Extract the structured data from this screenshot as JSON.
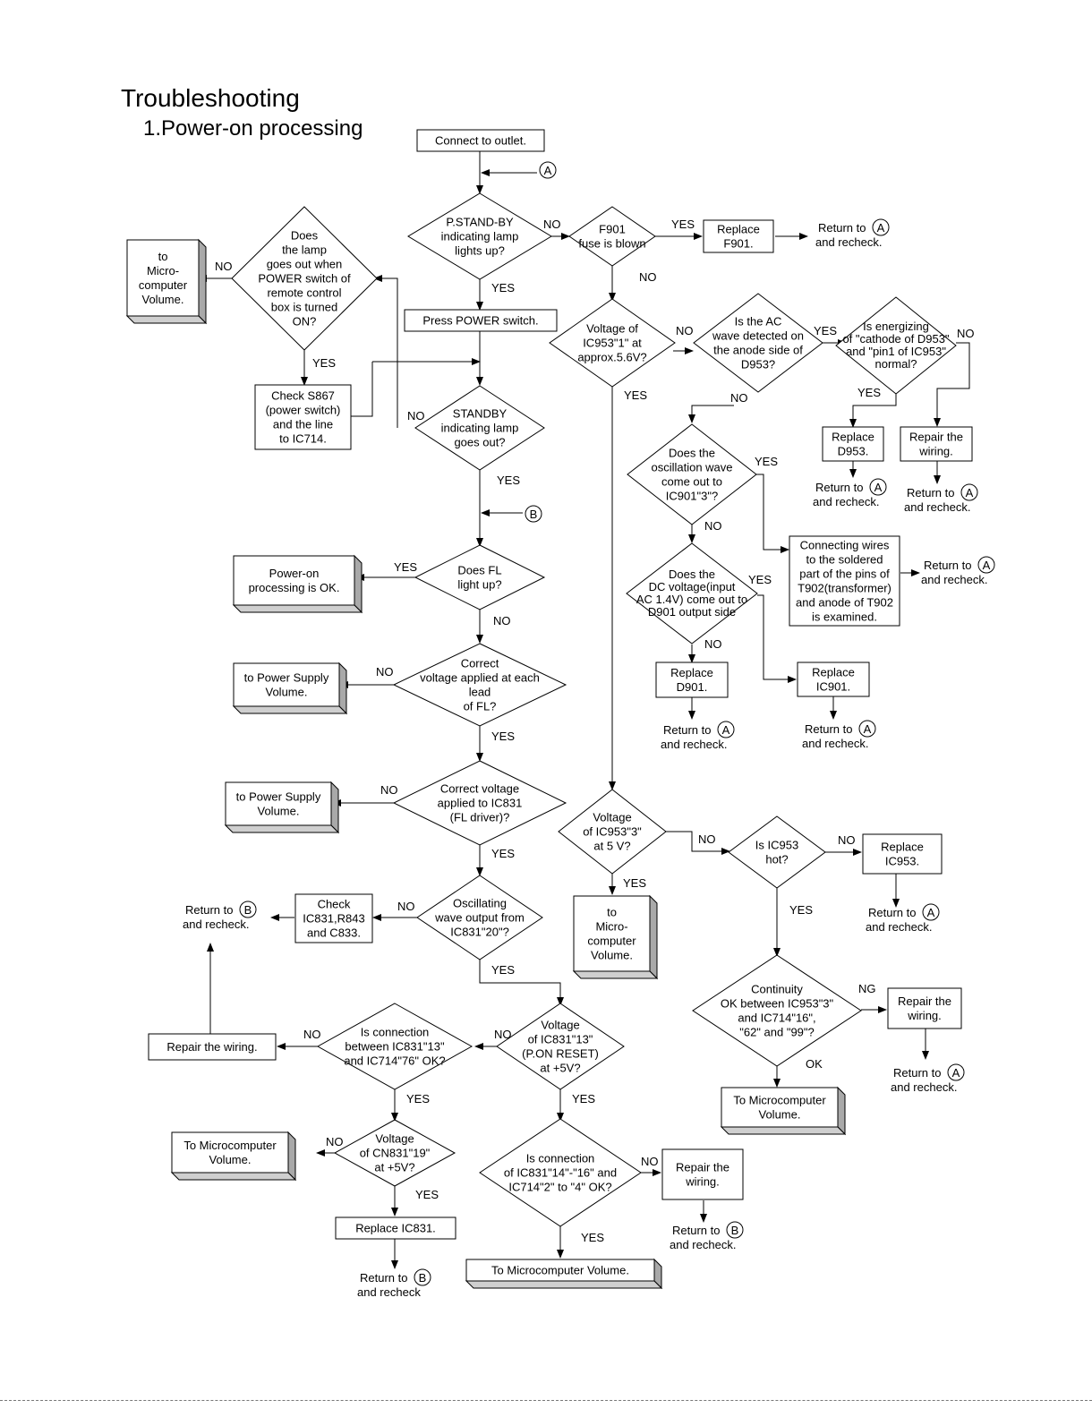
{
  "header": {
    "title": "Troubleshooting",
    "subtitle": "1.Power-on processing"
  },
  "nodes": {
    "n_connect": "Connect to outlet.",
    "d_pstandby": [
      "P.STAND-BY",
      "indicating lamp",
      "lights up?"
    ],
    "d_f901": [
      "F901",
      "fuse is blown"
    ],
    "b_replace_f901": [
      "Replace",
      "F901."
    ],
    "d_lamp_out": [
      "Does",
      "the lamp",
      "goes out when",
      "POWER switch of",
      "remote control",
      "box is turned",
      "ON?"
    ],
    "s_micro1": [
      "to",
      "Micro-",
      "computer",
      "Volume."
    ],
    "b_press_power": "Press POWER switch.",
    "b_check_s867": [
      "Check S867",
      "(power switch)",
      "and the line",
      "to IC714."
    ],
    "d_standby_out": [
      "STANDBY",
      "indicating lamp",
      "goes out?"
    ],
    "d_ic953_1": [
      "Voltage of",
      "IC953\"1\" at",
      "approx.5.6V?"
    ],
    "d_ac_wave": [
      "Is the AC",
      "wave detected on",
      "the anode side of",
      "D953?"
    ],
    "d_energizing": [
      "Is energizing",
      "of \"cathode of D953\"",
      "and \"pin1 of IC953\"",
      "normal?"
    ],
    "b_replace_d953": [
      "Replace",
      "D953."
    ],
    "b_repair_wiring_1": [
      "Repair the",
      "wiring."
    ],
    "d_osc_wave": [
      "Does the",
      "oscillation wave",
      "come out to",
      "IC901\"3\"?"
    ],
    "d_dc_voltage": [
      "Does the",
      "DC voltage(input",
      "AC 1.4V) come out to",
      "D901 output side"
    ],
    "b_connecting_wires": [
      "Connecting wires",
      "to the soldered",
      "part of the pins of",
      "T902(transformer)",
      "and anode of T902",
      "is examined."
    ],
    "b_replace_d901": [
      "Replace",
      "D901."
    ],
    "b_replace_ic901": [
      "Replace",
      "IC901."
    ],
    "d_fl_light": [
      "Does FL",
      "light up?"
    ],
    "s_power_ok": [
      "Power-on",
      "processing is OK."
    ],
    "d_fl_voltage": [
      "Correct",
      "voltage applied at each",
      "lead",
      "of FL?"
    ],
    "s_power_supply_1": [
      "to Power Supply",
      "Volume."
    ],
    "d_ic831_voltage": [
      "Correct voltage",
      "applied to IC831",
      "(FL driver)?"
    ],
    "s_power_supply_2": [
      "to Power Supply",
      "Volume."
    ],
    "d_ic953_3": [
      "Voltage",
      "of IC953\"3\"",
      "at 5 V?"
    ],
    "d_ic953_hot": [
      "Is IC953",
      "hot?"
    ],
    "b_replace_ic953": [
      "Replace",
      "IC953."
    ],
    "s_micro2": [
      "to",
      "Micro-",
      "computer",
      "Volume."
    ],
    "d_osc_ic831": [
      "Oscillating",
      "wave output from",
      "IC831\"20\"?"
    ],
    "b_check_ic831": [
      "Check",
      "IC831,R843",
      "and C833."
    ],
    "d_continuity": [
      "Continuity",
      "OK between IC953\"3\"",
      "and IC714\"16\",",
      "\"62\" and \"99\"?"
    ],
    "b_repair_wiring_2": [
      "Repair the",
      "wiring."
    ],
    "s_micro3": [
      "To Microcomputer",
      "Volume."
    ],
    "d_ic831_13": [
      "Voltage",
      "of IC831\"13\"",
      "(P.ON RESET)",
      "at +5V?"
    ],
    "d_conn_ic831_13": [
      "Is connection",
      "between IC831\"13\"",
      "and IC714\"76\" OK?"
    ],
    "b_repair_wiring_3": "Repair the wiring.",
    "d_cn831": [
      "Voltage",
      "of CN831\"19\"",
      "at +5V?"
    ],
    "s_micro4": [
      "To Microcomputer",
      "Volume."
    ],
    "b_replace_ic831": "Replace IC831.",
    "d_conn_ic831_14": [
      "Is connection",
      "of IC831\"14\"-\"16\" and",
      "IC714\"2\" to \"4\" OK?"
    ],
    "b_repair_wiring_4": [
      "Repair the",
      "wiring."
    ],
    "s_micro5": "To Microcomputer Volume."
  },
  "returns": {
    "ret_f901": [
      "Return to",
      "A",
      "and recheck."
    ],
    "ret_d953": [
      "Return to",
      "A",
      "and recheck."
    ],
    "ret_wiring1": [
      "Return to",
      "A",
      "and recheck."
    ],
    "ret_wires": [
      "Return to",
      "A",
      "and recheck."
    ],
    "ret_d901": [
      "Return to",
      "A",
      "and recheck."
    ],
    "ret_ic901": [
      "Return to",
      "A",
      "and recheck."
    ],
    "ret_ic953": [
      "Return to",
      "A",
      "and recheck."
    ],
    "ret_check_ic831": [
      "Return to",
      "B",
      "and recheck."
    ],
    "ret_wiring2": [
      "Return to",
      "A",
      "and recheck."
    ],
    "ret_wiring4": [
      "Return to",
      "B",
      "and recheck."
    ],
    "ret_ic831": [
      "Return to",
      "B",
      "and recheck"
    ]
  },
  "connectors": {
    "c_a_top": "A",
    "c_b_mid": "B"
  },
  "labels": {
    "l_no_pstandby": "NO",
    "l_yes_f901": "YES",
    "l_no_f901": "NO",
    "l_yes_pstandby": "YES",
    "l_no_lamp": "NO",
    "l_yes_lamp": "YES",
    "l_no_standby": "NO",
    "l_yes_standby": "YES",
    "l_no_ic953_1": "NO",
    "l_yes_ic953_1": "YES",
    "l_yes_ac": "YES",
    "l_no_ac": "NO",
    "l_no_energ": "NO",
    "l_yes_energ": "YES",
    "l_yes_osc": "YES",
    "l_no_osc": "NO",
    "l_yes_dc": "YES",
    "l_no_dc": "NO",
    "l_yes_fl": "YES",
    "l_no_fl": "NO",
    "l_no_flv": "NO",
    "l_yes_flv": "YES",
    "l_no_ic831v": "NO",
    "l_yes_ic831v": "YES",
    "l_no_953_3": "NO",
    "l_yes_953_3": "YES",
    "l_no_hot": "NO",
    "l_yes_hot": "YES",
    "l_no_oscic831": "NO",
    "l_yes_oscic831": "YES",
    "l_ng_cont": "NG",
    "l_ok_cont": "OK",
    "l_no_13": "NO",
    "l_yes_13": "YES",
    "l_no_conn13": "NO",
    "l_yes_conn13": "YES",
    "l_no_cn831": "NO",
    "l_yes_cn831": "YES",
    "l_no_conn14": "NO",
    "l_yes_conn14": "YES"
  }
}
